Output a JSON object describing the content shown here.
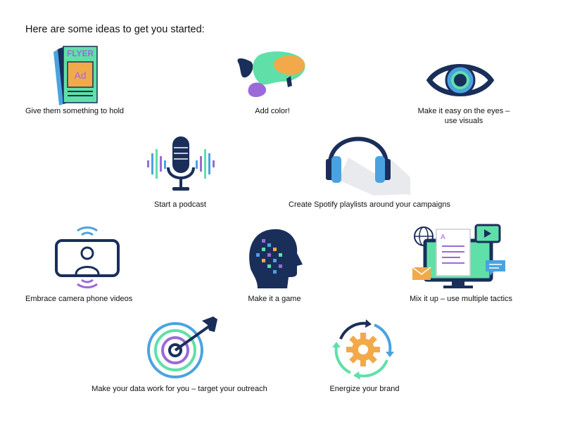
{
  "heading": "Here are some ideas to get you started:",
  "flyer": {
    "title": "FLYER",
    "ad": "Ad"
  },
  "ideas": [
    {
      "label": "Give them something to hold",
      "icon": "flyer-icon"
    },
    {
      "label": "Add color!",
      "icon": "color-blobs-icon"
    },
    {
      "label": "Make it easy on the eyes –",
      "label_line2": "use visuals",
      "icon": "eye-icon"
    },
    {
      "label": "Start a podcast",
      "icon": "microphone-icon"
    },
    {
      "label": "Create Spotify playlists around your campaigns",
      "icon": "headphones-icon"
    },
    {
      "label": "Embrace camera phone videos",
      "icon": "camera-phone-icon"
    },
    {
      "label": "Make it a game",
      "icon": "game-head-icon"
    },
    {
      "label": "Mix it up – use multiple tactics",
      "icon": "multi-tactics-icon"
    },
    {
      "label": "Make your data work for you – target your outreach",
      "icon": "target-icon"
    },
    {
      "label": "Energize your brand",
      "icon": "gear-cycle-icon"
    }
  ],
  "colors": {
    "navy": "#1a2e5a",
    "green": "#5fe0a8",
    "blue": "#4aa3e0",
    "purple": "#9b6ad8",
    "orange": "#f2a94a"
  }
}
